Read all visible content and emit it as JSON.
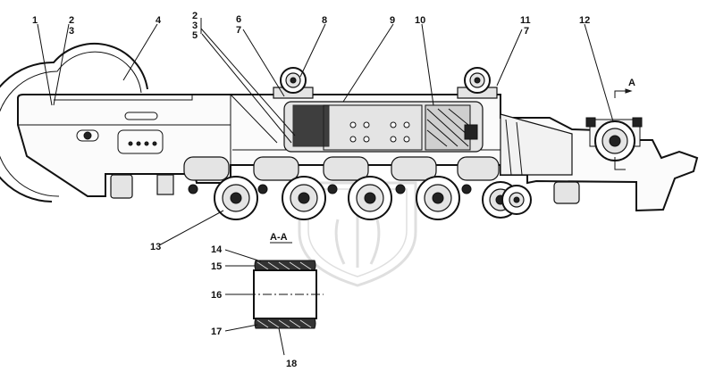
{
  "diagram": {
    "section_title": "A-A",
    "section_marker": "A",
    "callouts": [
      {
        "id": "c1",
        "text": "1"
      },
      {
        "id": "c2a",
        "text": "2"
      },
      {
        "id": "c3a",
        "text": "3"
      },
      {
        "id": "c4",
        "text": "4"
      },
      {
        "id": "c2b",
        "text": "2"
      },
      {
        "id": "c3b",
        "text": "3"
      },
      {
        "id": "c5",
        "text": "5"
      },
      {
        "id": "c6",
        "text": "6"
      },
      {
        "id": "c7a",
        "text": "7"
      },
      {
        "id": "c8",
        "text": "8"
      },
      {
        "id": "c9",
        "text": "9"
      },
      {
        "id": "c10",
        "text": "10"
      },
      {
        "id": "c11",
        "text": "11"
      },
      {
        "id": "c7b",
        "text": "7"
      },
      {
        "id": "c12",
        "text": "12"
      },
      {
        "id": "c13",
        "text": "13"
      },
      {
        "id": "c14",
        "text": "14"
      },
      {
        "id": "c15",
        "text": "15"
      },
      {
        "id": "c16",
        "text": "16"
      },
      {
        "id": "c17",
        "text": "17"
      },
      {
        "id": "c18",
        "text": "18"
      }
    ]
  }
}
